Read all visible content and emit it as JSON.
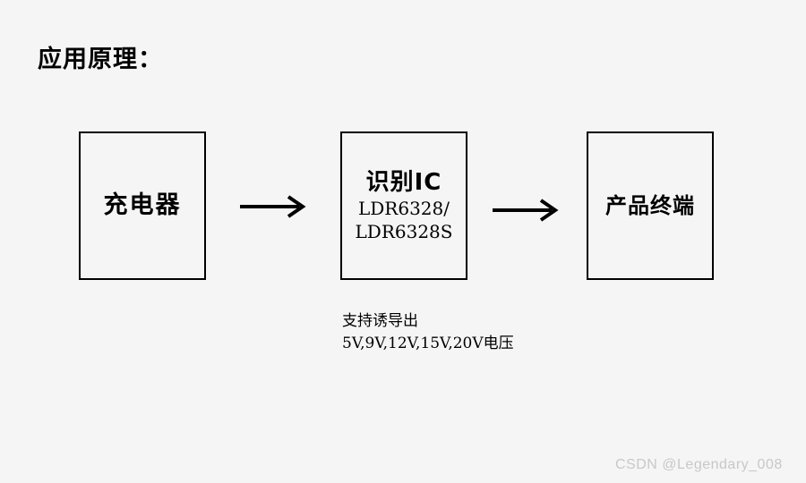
{
  "heading": "应用原理：",
  "nodes": {
    "charger": {
      "label": "充电器"
    },
    "ic": {
      "label": "识别IC",
      "models": [
        "LDR6328/",
        "LDR6328S"
      ]
    },
    "terminal": {
      "label": "产品终端"
    }
  },
  "note": {
    "line1": "支持诱导出",
    "line2": "5V,9V,12V,15V,20V电压"
  },
  "watermark": "CSDN @Legendary_008"
}
